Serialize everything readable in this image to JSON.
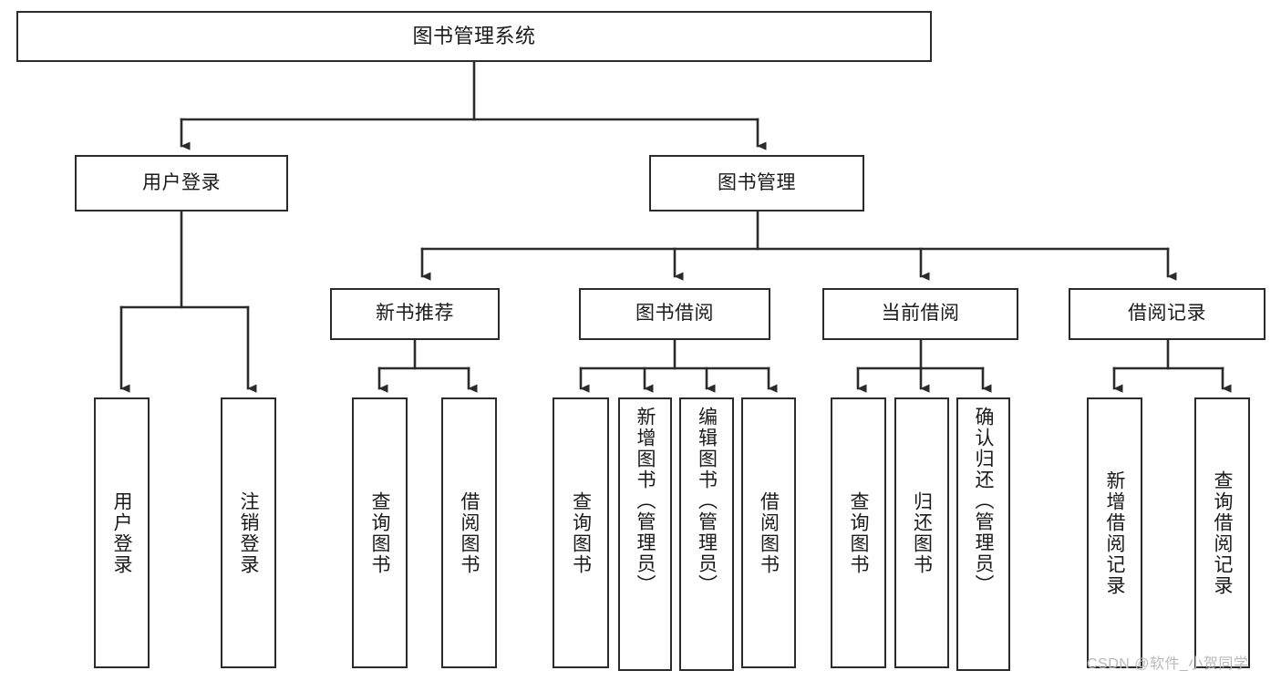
{
  "diagram": {
    "title": "图书管理系统",
    "type": "tree-hierarchy-chart",
    "watermark": "CSDN @软件_小贺同学",
    "colors": {
      "stroke": "#2b2b2b",
      "fill": "#ffffff",
      "text": "#1a1a1a",
      "watermark": "#b9b9b9"
    },
    "nodes": {
      "root": {
        "label": "图书管理系统"
      },
      "level2": [
        {
          "id": "user-login",
          "label": "用户登录"
        },
        {
          "id": "book-management",
          "label": "图书管理"
        }
      ],
      "level3": [
        {
          "id": "new-book-recommend",
          "label": "新书推荐"
        },
        {
          "id": "book-borrow",
          "label": "图书借阅"
        },
        {
          "id": "current-borrow",
          "label": "当前借阅"
        },
        {
          "id": "borrow-record",
          "label": "借阅记录"
        }
      ],
      "leaves": {
        "user_login": [
          {
            "id": "leaf-user-login",
            "label": "用户登录"
          },
          {
            "id": "leaf-logout-login",
            "label": "注销登录"
          }
        ],
        "new_book_recommend": [
          {
            "id": "leaf-query-book-1",
            "label": "查询图书"
          },
          {
            "id": "leaf-borrow-book-1",
            "label": "借阅图书"
          }
        ],
        "book_borrow": [
          {
            "id": "leaf-query-book-2",
            "label": "查询图书"
          },
          {
            "id": "leaf-add-book-admin",
            "label": "新增图书（管理员）"
          },
          {
            "id": "leaf-edit-book-admin",
            "label": "编辑图书（管理员）"
          },
          {
            "id": "leaf-borrow-book-2",
            "label": "借阅图书"
          }
        ],
        "current_borrow": [
          {
            "id": "leaf-query-book-3",
            "label": "查询图书"
          },
          {
            "id": "leaf-return-book",
            "label": "归还图书"
          },
          {
            "id": "leaf-confirm-return-admin",
            "label": "确认归还（管理员）"
          }
        ],
        "borrow_record": [
          {
            "id": "leaf-add-borrow-record",
            "label": "新增借阅记录"
          },
          {
            "id": "leaf-query-borrow-record",
            "label": "查询借阅记录"
          }
        ]
      }
    }
  }
}
